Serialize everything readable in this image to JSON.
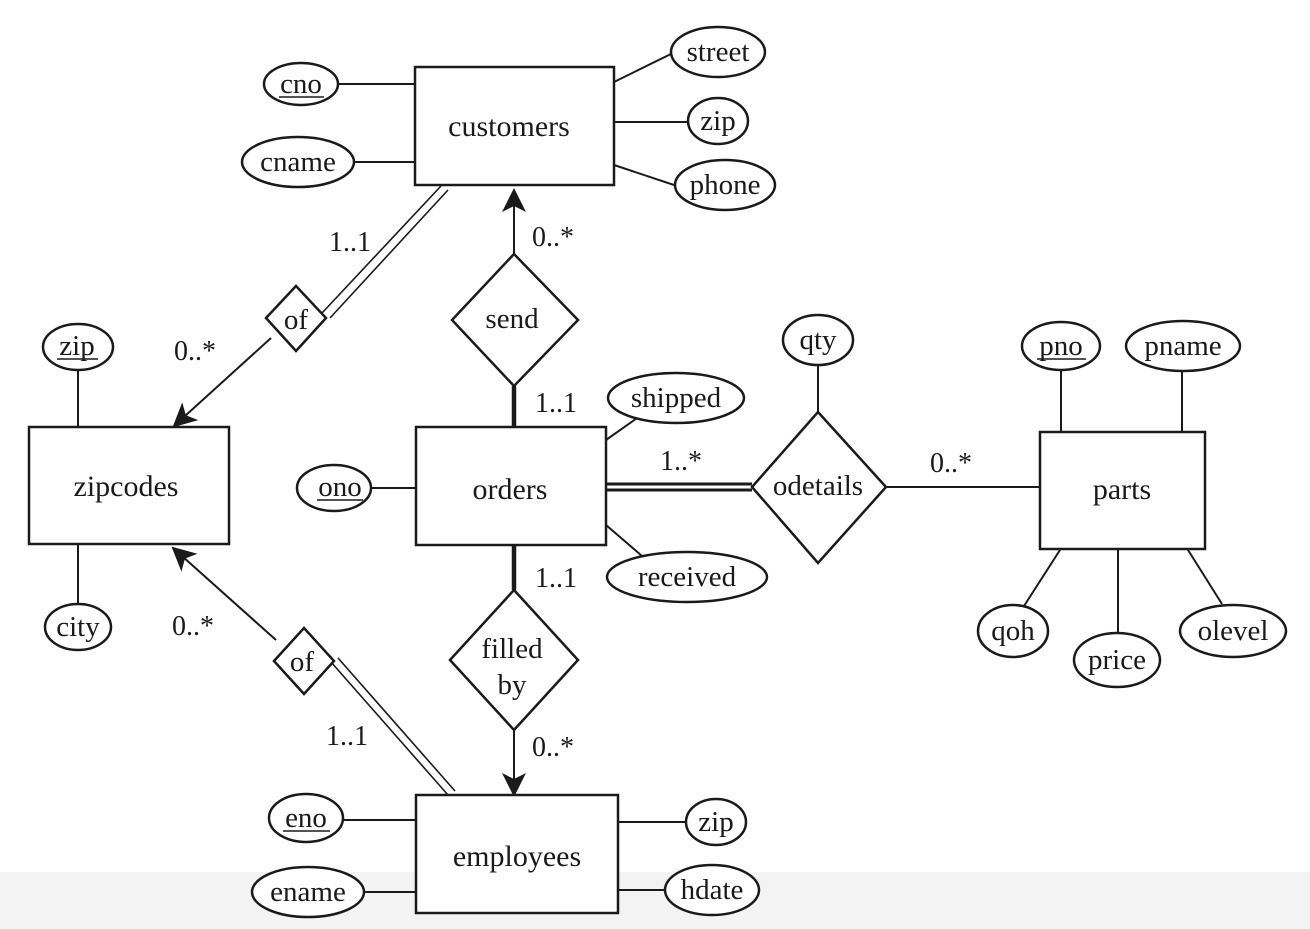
{
  "entities": {
    "customers": "customers",
    "zipcodes": "zipcodes",
    "orders": "orders",
    "parts": "parts",
    "employees": "employees"
  },
  "relationships": {
    "of_customers": "of",
    "send": "send",
    "odetails": "odetails",
    "filled_by_line1": "filled",
    "filled_by_line2": "by",
    "of_employees": "of"
  },
  "attributes": {
    "customers": {
      "cno": "cno",
      "cname": "cname",
      "street": "street",
      "zip": "zip",
      "phone": "phone"
    },
    "zipcodes": {
      "zip": "zip",
      "city": "city"
    },
    "orders": {
      "ono": "ono",
      "shipped": "shipped",
      "received": "received"
    },
    "odetails": {
      "qty": "qty"
    },
    "parts": {
      "pno": "pno",
      "pname": "pname",
      "qoh": "qoh",
      "price": "price",
      "olevel": "olevel"
    },
    "employees": {
      "eno": "eno",
      "ename": "ename",
      "zip": "zip",
      "hdate": "hdate"
    }
  },
  "cardinalities": {
    "customers_of": "1..1",
    "zipcodes_of_customers": "0..*",
    "customers_send": "0..*",
    "orders_send": "1..1",
    "orders_odetails": "1..*",
    "parts_odetails": "0..*",
    "orders_filled": "1..1",
    "employees_filled": "0..*",
    "zipcodes_of_employees": "0..*",
    "employees_of": "1..1"
  }
}
